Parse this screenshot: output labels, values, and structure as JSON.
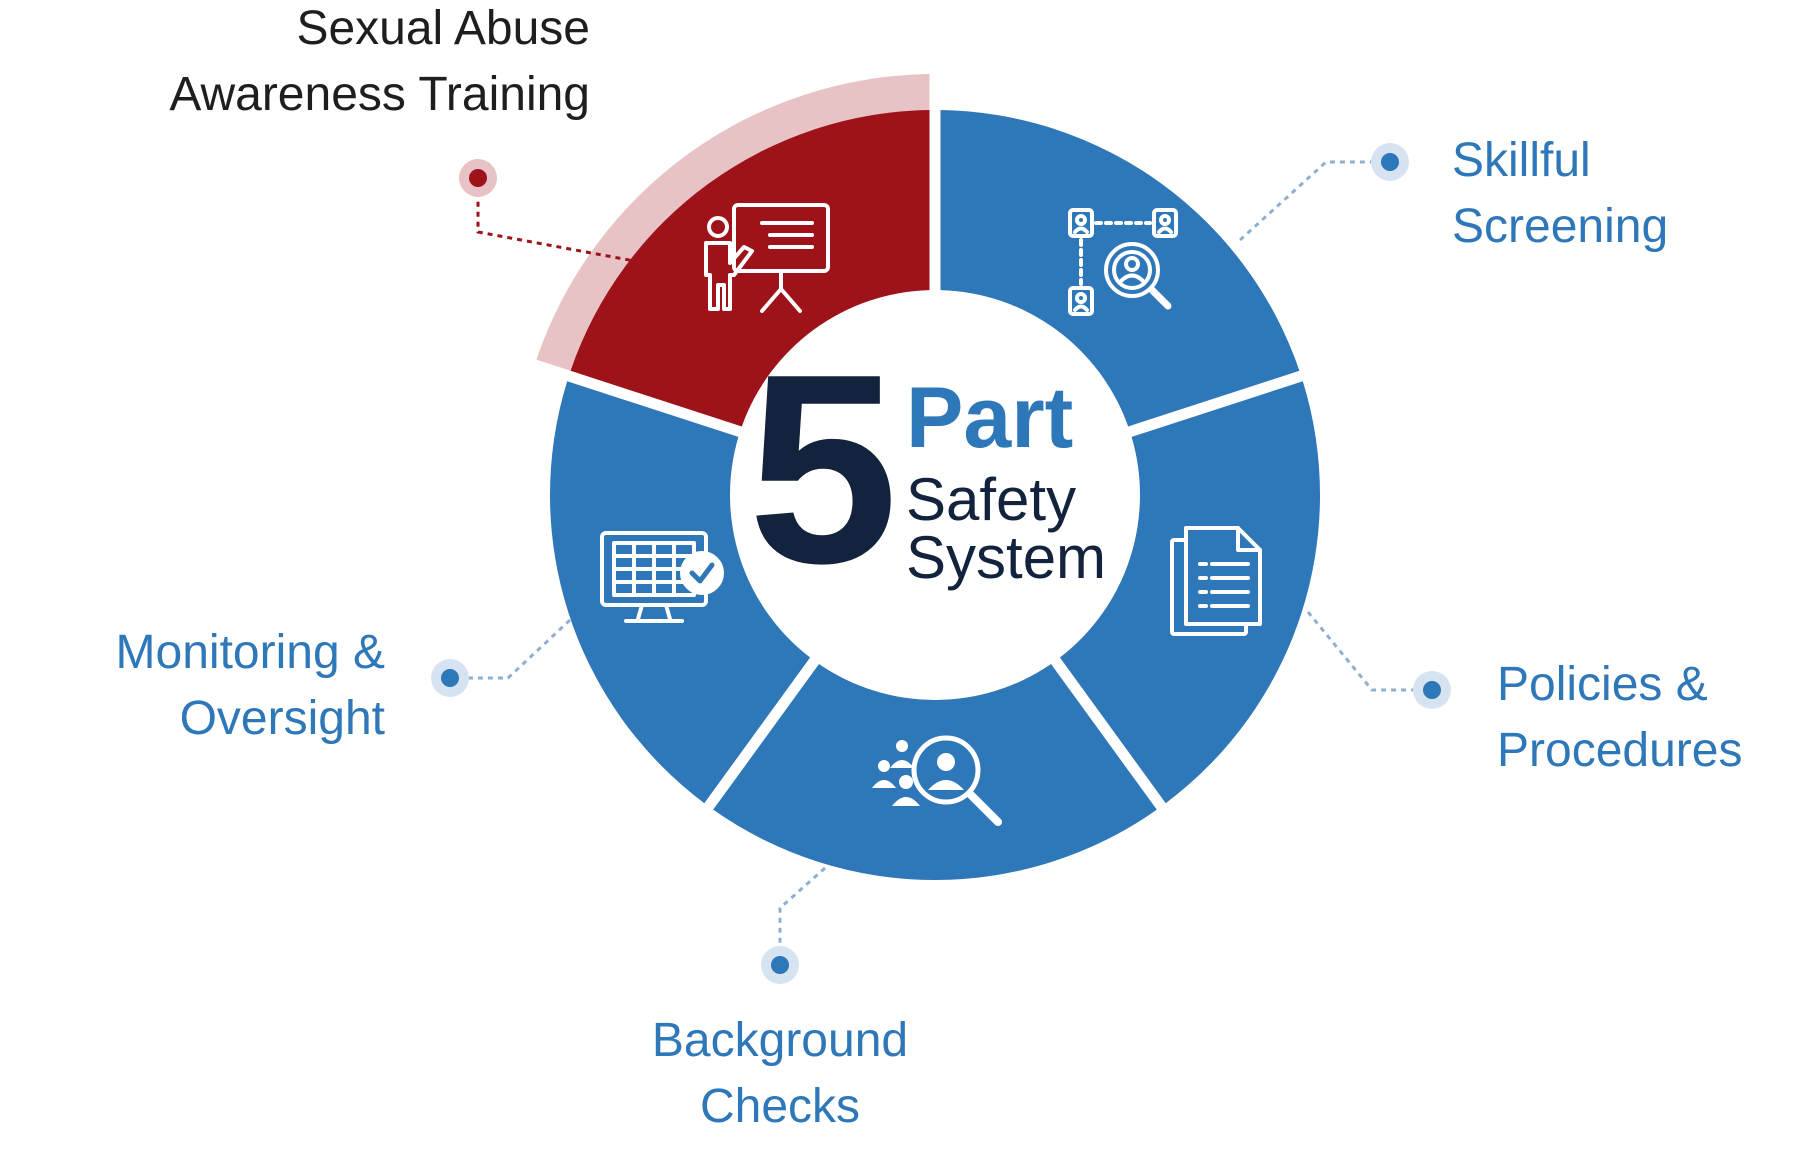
{
  "center": {
    "number": "5",
    "word": "Part",
    "line1": "Safety",
    "line2": "System"
  },
  "segments": [
    {
      "id": "training",
      "lines": [
        "Sexual Abuse",
        "Awareness Training"
      ],
      "icon": "presenter-whiteboard-icon",
      "highlighted": true
    },
    {
      "id": "screening",
      "lines": [
        "Skillful",
        "Screening"
      ],
      "icon": "candidate-search-icon",
      "highlighted": false
    },
    {
      "id": "policies",
      "lines": [
        "Policies &",
        "Procedures"
      ],
      "icon": "documents-icon",
      "highlighted": false
    },
    {
      "id": "background",
      "lines": [
        "Background",
        "Checks"
      ],
      "icon": "people-magnifier-icon",
      "highlighted": false
    },
    {
      "id": "monitoring",
      "lines": [
        "Monitoring &",
        "Oversight"
      ],
      "icon": "monitor-checklist-icon",
      "highlighted": false
    }
  ],
  "colors": {
    "blue": "#2E77B8",
    "red": "#9E121A",
    "red_halo": "#E8C3C6",
    "navy": "#14233d",
    "connector_blue": "#8FAFCF",
    "dot_halo": "#D6E3F0"
  }
}
